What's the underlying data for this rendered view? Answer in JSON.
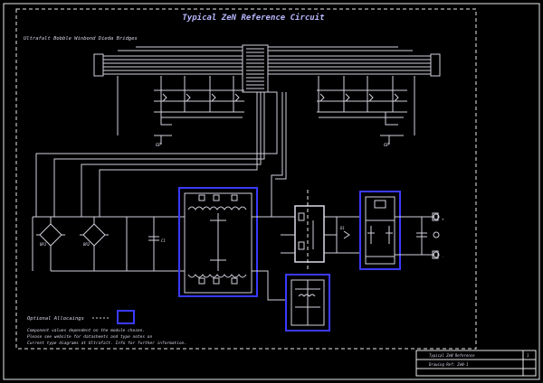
{
  "sheet": {
    "title": "Typical ZeN Reference Circuit",
    "bus_label": "Ultrafalt Bobble Winbond Dieda Bridges",
    "optional_label": "Optional Allocaings",
    "note_line1": "Component values dependent on the module chosen.",
    "note_line2": "Please see website for datasheets and type notes on",
    "note_line3": "Current type diagrams at Ultrafalt. Info for further information."
  },
  "title_block": {
    "row1": "Typical ZeN Reference",
    "row2": "Drawing Ref: ZeN-1",
    "sheet_no": "1"
  },
  "colors": {
    "background": "#000000",
    "wire": "#d0d0dc",
    "highlight": "#3a3aff",
    "title": "#b8b8ff"
  }
}
